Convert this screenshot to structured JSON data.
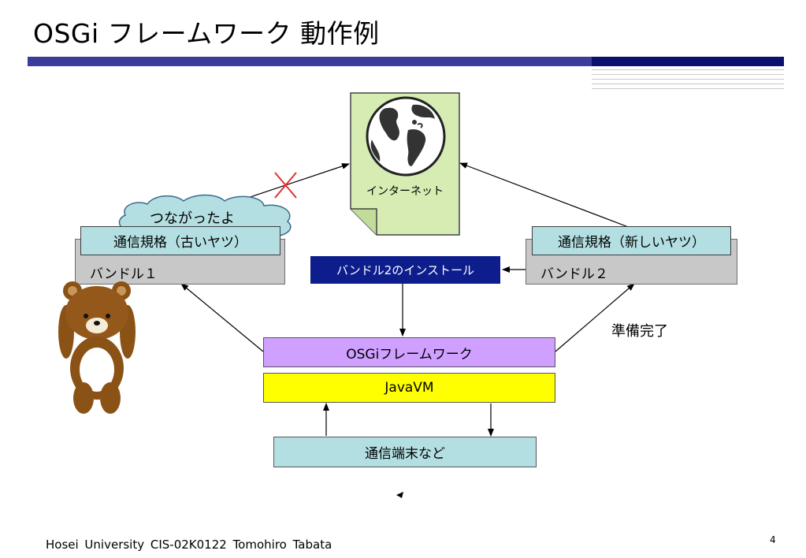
{
  "slide": {
    "title": "OSGi フレームワーク 動作例",
    "footer": "Hosei University  CIS-02K0122  Tomohiro Tabata",
    "page_number": "4"
  },
  "diagram": {
    "internet_label": "インターネット",
    "cloud_text": "つながったよ",
    "bundle1": {
      "spec_label": "通信規格（古いヤツ）",
      "name": "バンドル１"
    },
    "bundle2": {
      "spec_label": "通信規格（新しいヤツ）",
      "name": "バンドル２"
    },
    "install_label": "バンドル2のインストール",
    "ready_label": "準備完了",
    "framework_label": "OSGiフレームワーク",
    "jvm_label": "JavaVM",
    "terminal_label": "通信端末など"
  },
  "colors": {
    "title_bar": "#3b3d9c",
    "title_bar_dark": "#0b0f6e",
    "document_fill": "#d6ecb3",
    "spec_fill": "#b4dfe2",
    "framework_fill": "#cfa0ff",
    "jvm_fill": "#ffff00",
    "install_fill": "#0d1e8c",
    "cross_mark": "#e03030"
  }
}
